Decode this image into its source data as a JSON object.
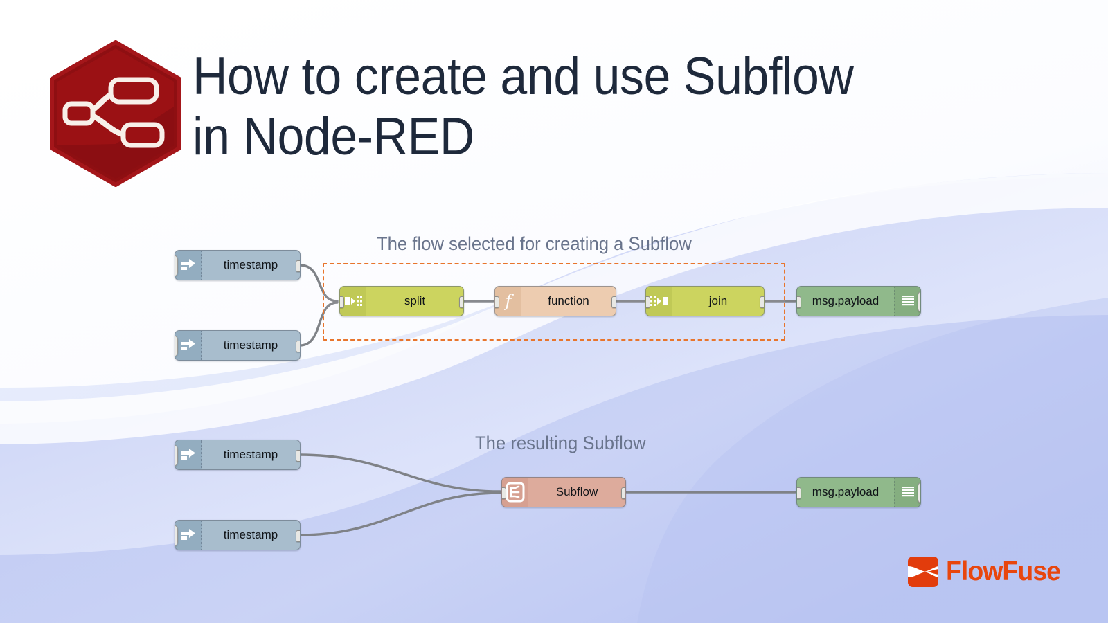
{
  "header": {
    "logo_name": "node-red-hexagon-logo",
    "title_line1": "How to create and use Subflow",
    "title_line2": "in Node-RED",
    "title_color": "#1e293b"
  },
  "captions": {
    "flow1": "The flow selected for creating a Subflow",
    "flow2": "The resulting Subflow",
    "color": "#69748c"
  },
  "flow_top": {
    "nodes": [
      {
        "id": "inject-1",
        "label": "timestamp",
        "type": "inject",
        "icon": "inject-arrow-icon",
        "color": "#a8bdcd"
      },
      {
        "id": "inject-2",
        "label": "timestamp",
        "type": "inject",
        "icon": "inject-arrow-icon",
        "color": "#a8bdcd"
      },
      {
        "id": "split-1",
        "label": "split",
        "type": "split",
        "icon": "split-icon",
        "color": "#ccd45f"
      },
      {
        "id": "function-1",
        "label": "function",
        "type": "function",
        "icon": "function-f-icon",
        "color": "#edccb0"
      },
      {
        "id": "join-1",
        "label": "join",
        "type": "join",
        "icon": "join-icon",
        "color": "#ccd45f"
      },
      {
        "id": "debug-1",
        "label": "msg.payload",
        "type": "debug",
        "icon": "debug-lines-icon",
        "color": "#90b98b"
      }
    ],
    "selection": {
      "name": "subflow-selection-rect",
      "color": "#e8752c",
      "style": "dashed"
    }
  },
  "flow_bottom": {
    "nodes": [
      {
        "id": "inject-3",
        "label": "timestamp",
        "type": "inject",
        "icon": "inject-arrow-icon",
        "color": "#a8bdcd"
      },
      {
        "id": "inject-4",
        "label": "timestamp",
        "type": "inject",
        "icon": "inject-arrow-icon",
        "color": "#a8bdcd"
      },
      {
        "id": "subflow-1",
        "label": "Subflow",
        "type": "subflow",
        "icon": "subflow-icon",
        "color": "#ddab9c"
      },
      {
        "id": "debug-2",
        "label": "msg.payload",
        "type": "debug",
        "icon": "debug-lines-icon",
        "color": "#90b98b"
      }
    ]
  },
  "branding": {
    "name": "FlowFuse",
    "mark_color": "#e23c0c",
    "word_color": "#e8460e"
  },
  "theme": {
    "background_light": "#ffffff",
    "background_periwinkle": "#b8c4f2",
    "wire_color": "#7f8287",
    "node_border": "#5a6473"
  }
}
